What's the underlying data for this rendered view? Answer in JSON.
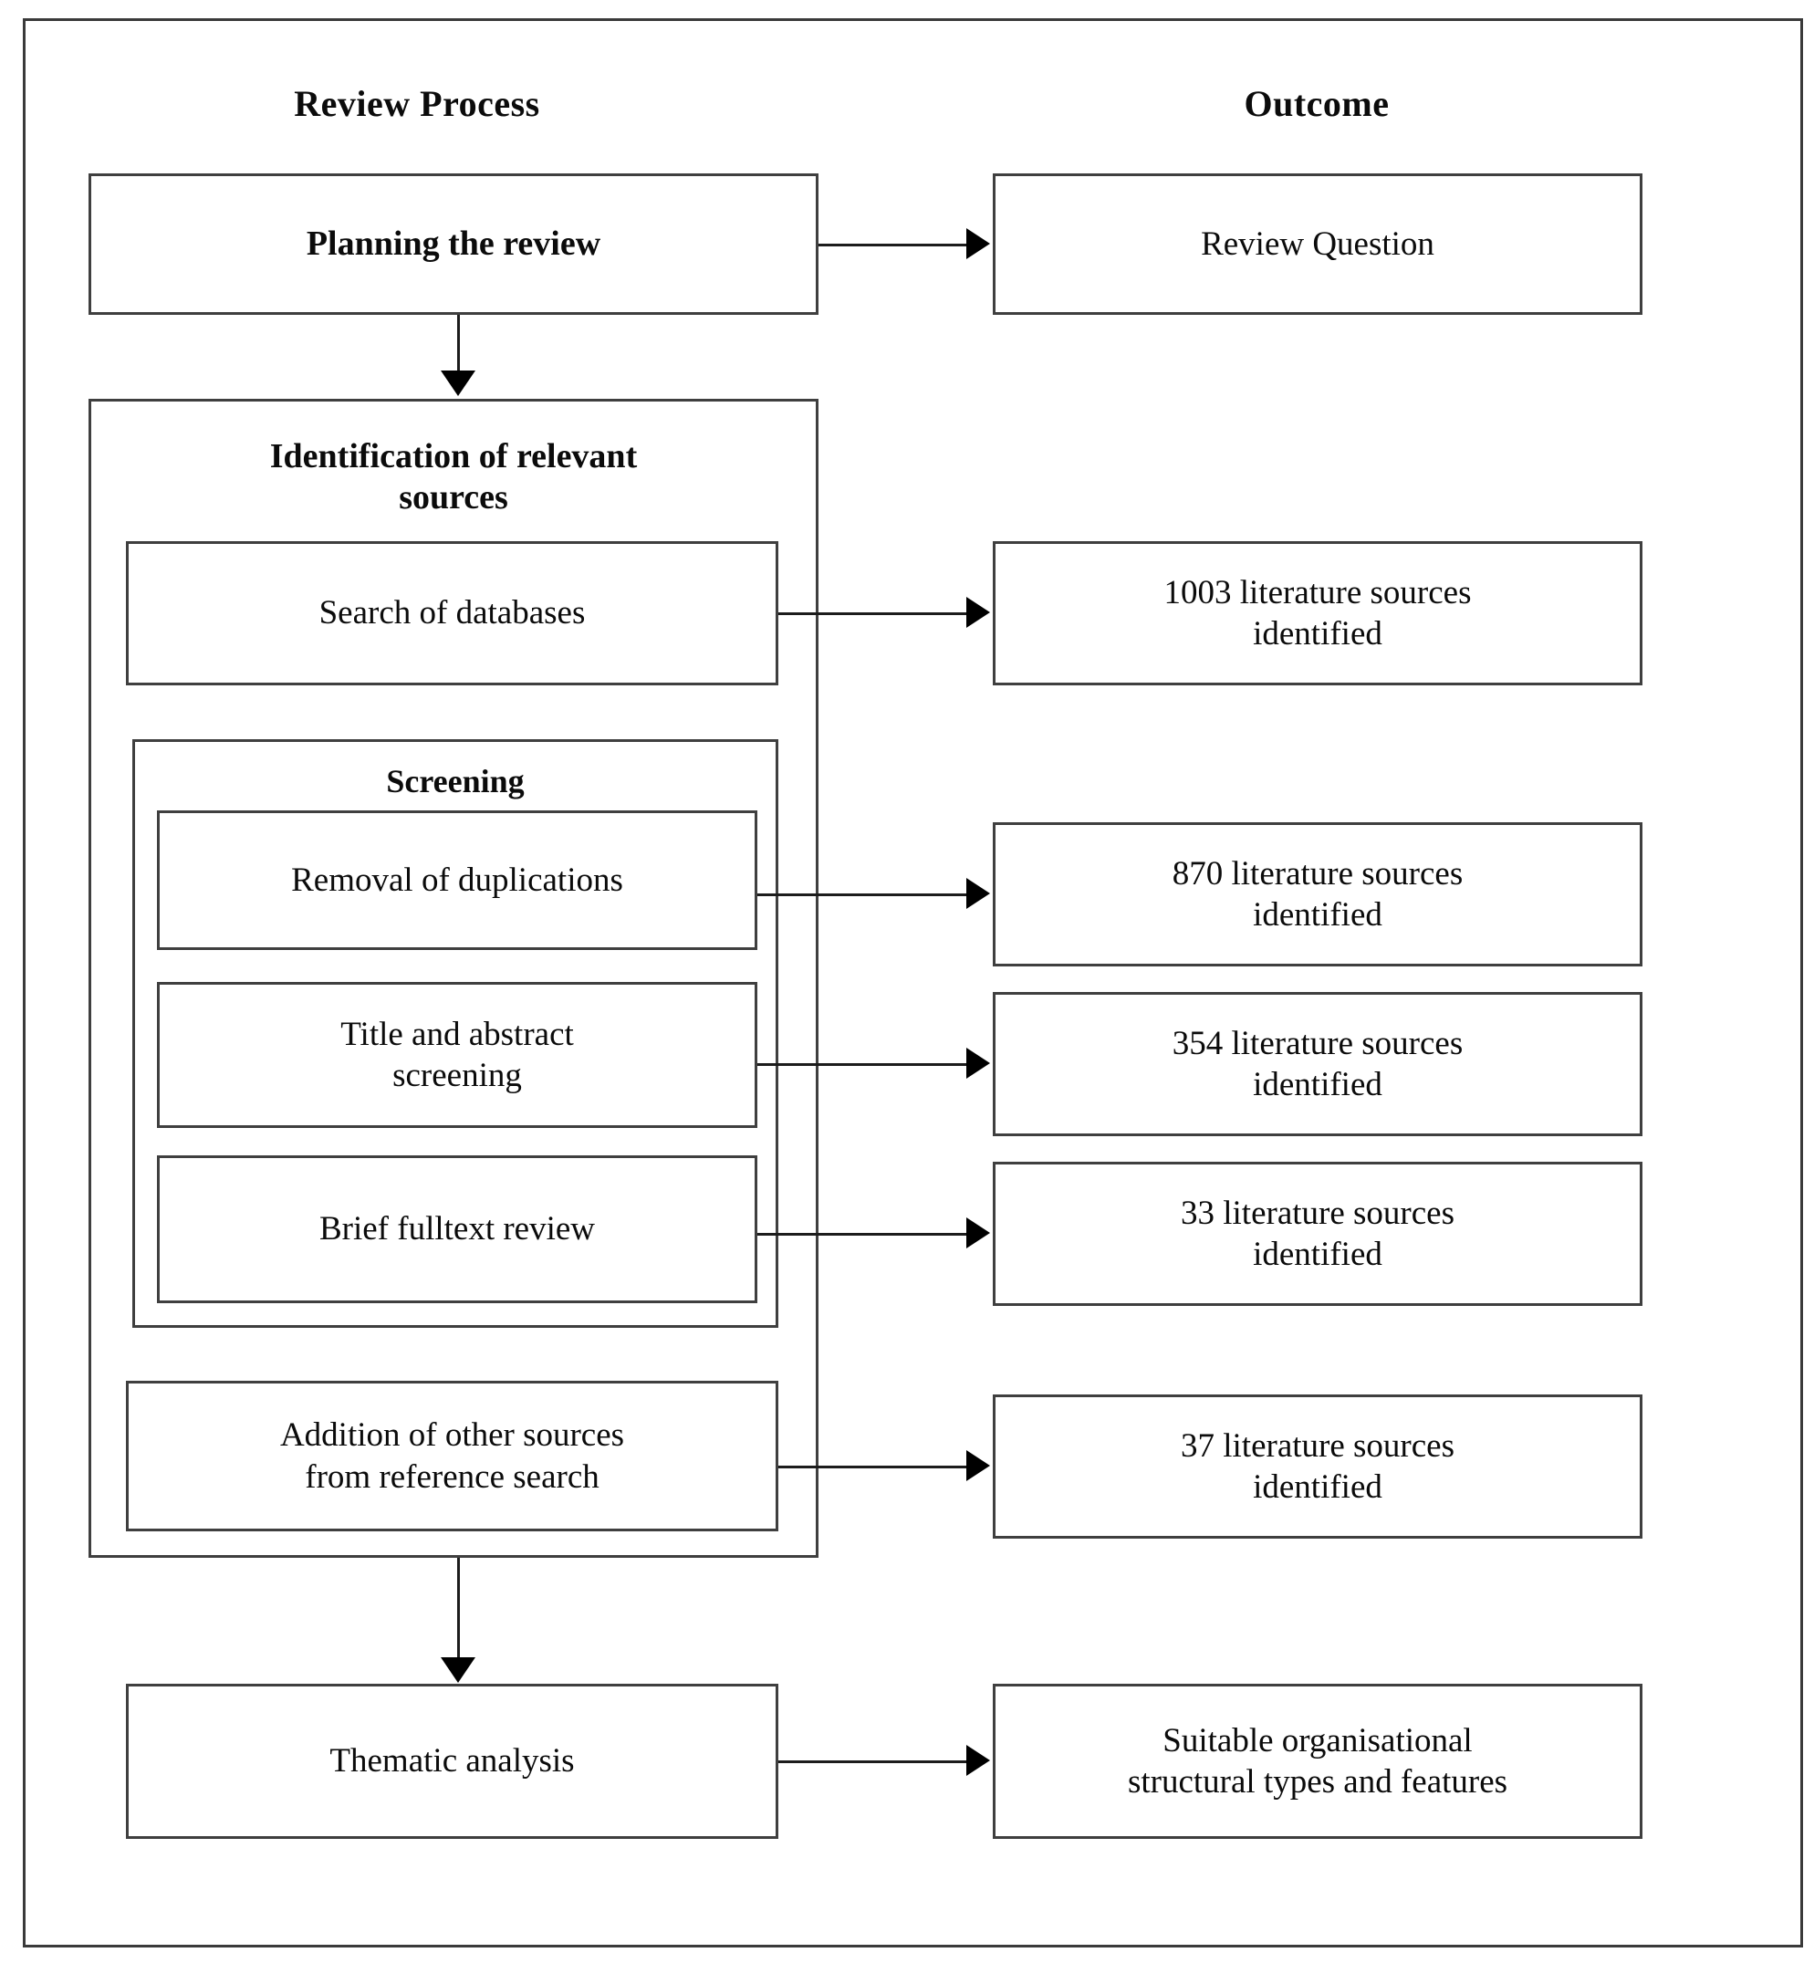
{
  "figure": {
    "type": "flowchart",
    "orientation": "two-column",
    "columns": [
      {
        "id": "review-process",
        "heading": "Review Process"
      },
      {
        "id": "outcome",
        "heading": "Outcome"
      }
    ]
  },
  "headings": {
    "review_process": "Review Process",
    "outcome": "Outcome"
  },
  "process": {
    "planning": "Planning the review",
    "identification_title": "Identification of relevant\nsources",
    "search_of_databases": "Search of databases",
    "screening_title": "Screening",
    "removal_of_duplications": "Removal of duplications",
    "title_abstract_screening": "Title and abstract\nscreening",
    "brief_fulltext_review": "Brief fulltext review",
    "addition_other_sources": "Addition of  other sources\nfrom reference search",
    "thematic_analysis": "Thematic analysis"
  },
  "outcomes": {
    "review_question": "Review Question",
    "sources_1003": "1003 literature sources\nidentified",
    "sources_870": "870 literature sources\nidentified",
    "sources_354": "354  literature sources\nidentified",
    "sources_33": "33 literature sources\nidentified",
    "sources_37": "37 literature sources\nidentified",
    "final_outcome": "Suitable organisational\nstructural types and features"
  },
  "counts": {
    "databases_search": 1003,
    "after_duplicate_removal": 870,
    "after_title_abstract_screening": 354,
    "after_brief_fulltext_review": 33,
    "added_from_reference_search": 37
  },
  "colors": {
    "background": "#ffffff",
    "border": "#3f3f3f",
    "outer_border": "#3a3a3a",
    "text": "#0b0b0b",
    "connector": "#1c1c1c",
    "arrowhead": "#000000"
  }
}
